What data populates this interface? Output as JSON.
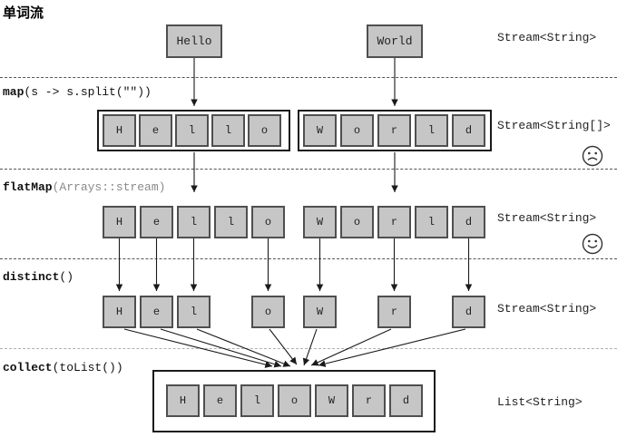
{
  "title": "单词流",
  "pipeline": [
    {
      "fn": "map",
      "args": "(s -> s.split(\"\"))"
    },
    {
      "fn": "flatMap",
      "args": "(Arrays::stream)"
    },
    {
      "fn": "distinct",
      "args": "()"
    },
    {
      "fn": "collect",
      "args": "(toList())"
    }
  ],
  "type_labels": [
    "Stream<String>",
    "Stream<String[]>",
    "Stream<String>",
    "Stream<String>",
    "List<String>"
  ],
  "source_words": [
    "Hello",
    "World"
  ],
  "map_row": {
    "groups": [
      [
        "H",
        "e",
        "l",
        "l",
        "o"
      ],
      [
        "W",
        "o",
        "r",
        "l",
        "d"
      ]
    ]
  },
  "flatmap_row": {
    "letters": [
      "H",
      "e",
      "l",
      "l",
      "o",
      "W",
      "o",
      "r",
      "l",
      "d"
    ]
  },
  "distinct_row": {
    "letters": [
      "H",
      "e",
      "l",
      "o",
      "W",
      "r",
      "d"
    ]
  },
  "collect_row": {
    "letters": [
      "H",
      "e",
      "l",
      "o",
      "W",
      "r",
      "d"
    ]
  },
  "icons": {
    "after_map": "sad-face-icon",
    "after_flatmap": "smiley-face-icon"
  },
  "colors": {
    "cell_fill": "#c6c6c6",
    "cell_border": "#4f4f4f",
    "container_border": "#1a1a1a",
    "arrow": "#1a1a1a",
    "dashed": "#555555",
    "dashed_light": "#b0b0b0",
    "muted_args": "#8a8a8a"
  }
}
